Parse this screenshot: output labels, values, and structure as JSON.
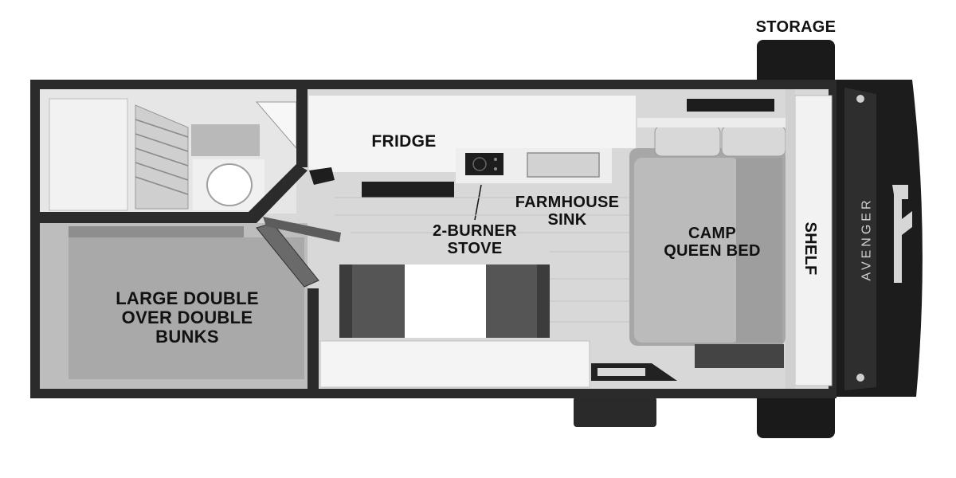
{
  "labels": {
    "storage": "STORAGE",
    "fridge": "FRIDGE",
    "stove": [
      "2-BURNER",
      "STOVE"
    ],
    "sink": [
      "FARMHOUSE",
      "SINK"
    ],
    "bed": [
      "CAMP",
      "QUEEN BED"
    ],
    "shelf": "SHELF",
    "bunks": [
      "LARGE DOUBLE",
      "OVER DOUBLE",
      "BUNKS"
    ]
  },
  "brand": "AVENGER",
  "colors": {
    "wall": "#2b2b2b",
    "floor": "#d8d8d8",
    "bunk_mattress": "#a9a9a9",
    "cabinet": "#f4f4f4",
    "bed": "#b9b9b9",
    "dinette_seat": "#555555",
    "front_cap": "#1c1c1c",
    "wheel": "#1a1a1a"
  }
}
